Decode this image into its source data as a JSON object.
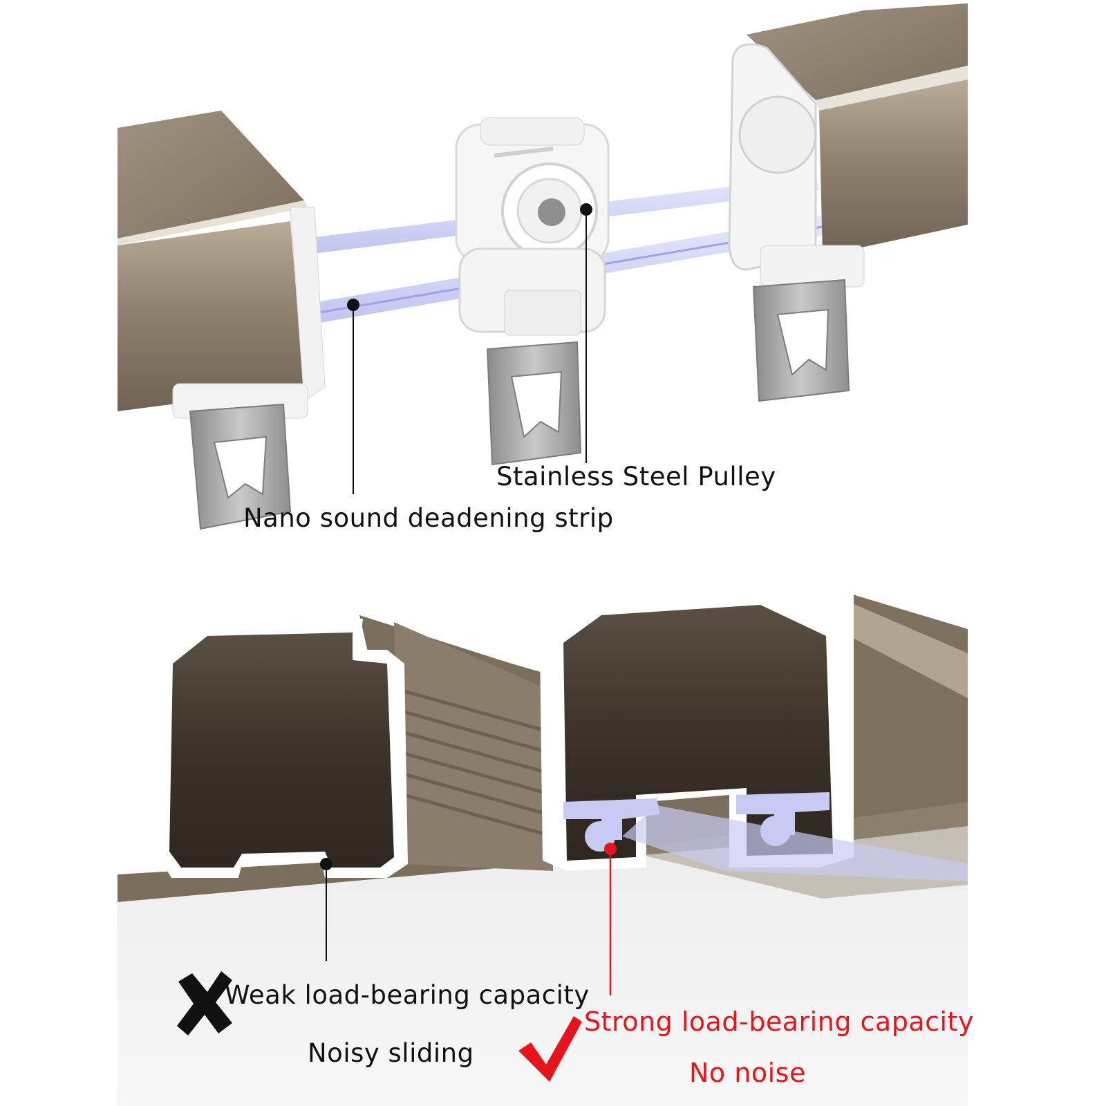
{
  "labels": {
    "pulley": "Stainless Steel Pulley",
    "strip": "Nano sound deadening strip",
    "weak": "Weak load-bearing capacity",
    "noisy": "Noisy sliding",
    "strong": "Strong load-bearing capacity",
    "no_noise": "No noise"
  },
  "icons": {
    "cross": "x-mark-icon",
    "check": "check-mark-icon"
  },
  "colors": {
    "rail": "#8c7f6c",
    "rail_light": "#b3a894",
    "rail_dark": "#4f4538",
    "interior_dark": "#3d342b",
    "strip": "#c9ccf2",
    "steel": "#a2a2a2",
    "pointer_red": "#e8141c",
    "text": "#111111"
  }
}
